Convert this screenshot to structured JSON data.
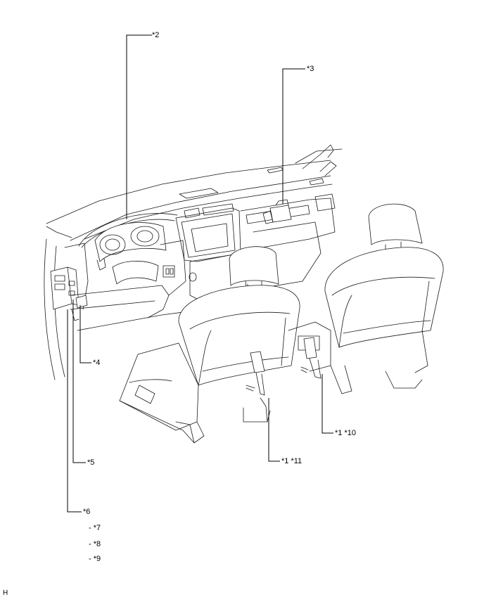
{
  "callouts": {
    "c2": "*2",
    "c3": "*3",
    "c4": "*4",
    "c5": "*5",
    "c6": "*6",
    "c7": "- *7",
    "c8": "- *8",
    "c9": "- *9",
    "c1_10": "*1  *10",
    "c1_11": "*1  *11"
  },
  "corner_mark": "H"
}
